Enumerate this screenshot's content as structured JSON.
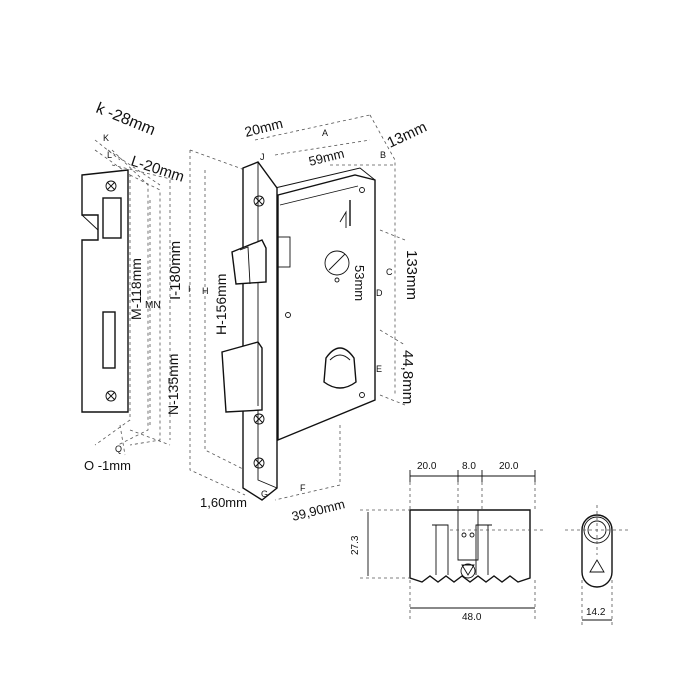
{
  "labels": {
    "k": "k -28mm",
    "K": "K",
    "L_letter": "L",
    "L": "L-20mm",
    "M": "M-118mm",
    "MN": "MN",
    "I": "I-180mm",
    "I_letter": "I",
    "N": "N-135mm",
    "Q": "Q",
    "O": "O -1mm",
    "H_letter": "H",
    "H": "H-156mm",
    "J20": "20mm",
    "J": "J",
    "A": "A",
    "B": "B",
    "w59": "59mm",
    "w13": "13mm",
    "C": "C",
    "c133": "133mm",
    "D": "D",
    "d53": "53mm",
    "E": "E",
    "e448": "44,8mm",
    "G": "G",
    "g160": "1,60mm",
    "F": "F",
    "f3990": "39,90mm",
    "cyl_a": "20.0",
    "cyl_b": "8.0",
    "cyl_c": "20.0",
    "cyl_h": "27.3",
    "cyl_w": "48.0",
    "cyl_d": "14.2"
  }
}
